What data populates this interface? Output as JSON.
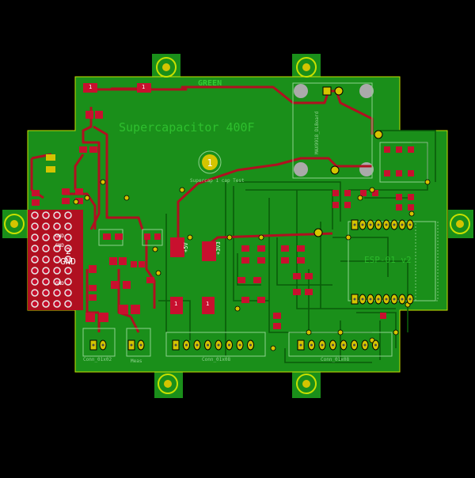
{
  "colors": {
    "background": "#000000",
    "board": "#1a8f1a",
    "copper_front": "#c8102e",
    "copper_back": "#0a5c0a",
    "silkscreen": "#8fd28f",
    "pad_gold": "#d4c400",
    "drill": "#4a4a4a",
    "hole_grey": "#aaaaaa",
    "text_green": "#3c3"
  },
  "board": {
    "title": "Supercapacitor 400F",
    "logo_text": "GREEN",
    "fiducial_label": "1",
    "center_label": "Supercap 1 cap Test",
    "test_labels": [
      "1",
      "1",
      "1",
      "1"
    ],
    "gnd_label_main": "2",
    "gnd_label_main_b": "GND",
    "gnd_labels": [
      "GND",
      "GND",
      "GND"
    ],
    "power_labels": [
      "+5V",
      "+3V3"
    ],
    "connectors": {
      "left": "Conn_01x02",
      "middle": "Conn_01x08",
      "right": "Conn_01x08",
      "meas": "Meas"
    },
    "ic_labels": {
      "module": "MAX9918_DLBoard",
      "esp": "ESP-01 v2"
    },
    "small_pads": [
      "1",
      "1"
    ]
  }
}
